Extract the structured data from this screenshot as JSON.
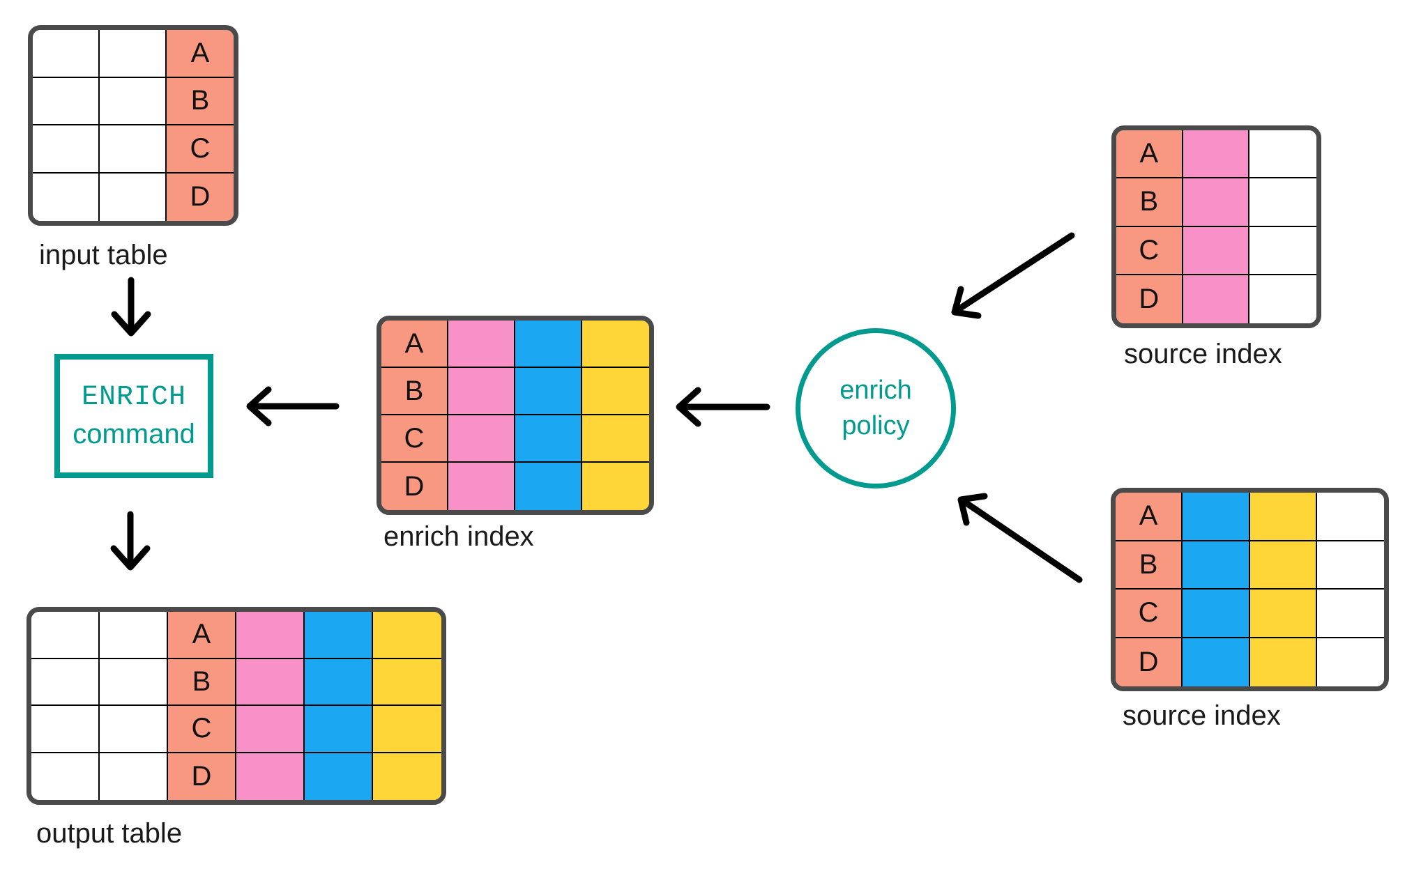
{
  "palette": {
    "key": "#F89880",
    "pink": "#F791C8",
    "blue": "#1CA7F2",
    "yellow": "#FFD637",
    "blank": "#FFFFFF",
    "teal": "#009B8E",
    "table_border": "#4A4A4A",
    "grid_line": "#000000",
    "arrow": "#000000"
  },
  "tables": {
    "input_table": {
      "label": "input table",
      "letters": [
        "A",
        "B",
        "C",
        "D"
      ],
      "columns": [
        "blank",
        "blank",
        "key"
      ]
    },
    "enrich_index": {
      "label": "enrich index",
      "letters": [
        "A",
        "B",
        "C",
        "D"
      ],
      "columns": [
        "key",
        "pink",
        "blue",
        "yellow"
      ]
    },
    "source_index_top": {
      "label": "source index",
      "letters": [
        "A",
        "B",
        "C",
        "D"
      ],
      "columns": [
        "key",
        "pink",
        "blank"
      ]
    },
    "source_index_bottom": {
      "label": "source index",
      "letters": [
        "A",
        "B",
        "C",
        "D"
      ],
      "columns": [
        "key",
        "blue",
        "yellow",
        "blank"
      ]
    },
    "output_table": {
      "label": "output table",
      "letters": [
        "A",
        "B",
        "C",
        "D"
      ],
      "columns": [
        "blank",
        "blank",
        "key",
        "pink",
        "blue",
        "yellow"
      ]
    }
  },
  "enrich_command": {
    "line1": "ENRICH",
    "line2": "command"
  },
  "enrich_policy": {
    "line1": "enrich",
    "line2": "policy"
  }
}
